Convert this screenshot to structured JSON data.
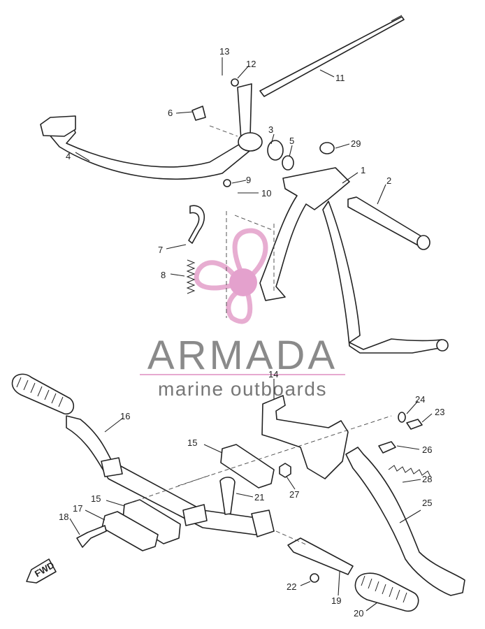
{
  "diagram": {
    "callouts": [
      {
        "id": "c1",
        "text": "1"
      },
      {
        "id": "c2",
        "text": "2"
      },
      {
        "id": "c3",
        "text": "3"
      },
      {
        "id": "c4",
        "text": "4"
      },
      {
        "id": "c5",
        "text": "5"
      },
      {
        "id": "c6",
        "text": "6"
      },
      {
        "id": "c7",
        "text": "7"
      },
      {
        "id": "c8",
        "text": "8"
      },
      {
        "id": "c9",
        "text": "9"
      },
      {
        "id": "c10",
        "text": "10"
      },
      {
        "id": "c11",
        "text": "11"
      },
      {
        "id": "c12",
        "text": "12"
      },
      {
        "id": "c13",
        "text": "13"
      },
      {
        "id": "c14",
        "text": "14"
      },
      {
        "id": "c15a",
        "text": "15"
      },
      {
        "id": "c15b",
        "text": "15"
      },
      {
        "id": "c16",
        "text": "16"
      },
      {
        "id": "c17",
        "text": "17"
      },
      {
        "id": "c18",
        "text": "18"
      },
      {
        "id": "c19",
        "text": "19"
      },
      {
        "id": "c20",
        "text": "20"
      },
      {
        "id": "c21",
        "text": "21"
      },
      {
        "id": "c22",
        "text": "22"
      },
      {
        "id": "c23",
        "text": "23"
      },
      {
        "id": "c24",
        "text": "24"
      },
      {
        "id": "c25",
        "text": "25"
      },
      {
        "id": "c26",
        "text": "26"
      },
      {
        "id": "c27",
        "text": "27"
      },
      {
        "id": "c28",
        "text": "28"
      },
      {
        "id": "c29",
        "text": "29"
      }
    ],
    "direction_marker": "FWD"
  },
  "watermark": {
    "brand": "ARMADA",
    "tagline": "marine outboards",
    "colors": {
      "brand_text": "#8a8a8a",
      "propeller": "#e6a9cf",
      "hub": "#e39ccb",
      "tagline_text": "#777777",
      "tagline_rule": "#e6a9cf"
    }
  }
}
